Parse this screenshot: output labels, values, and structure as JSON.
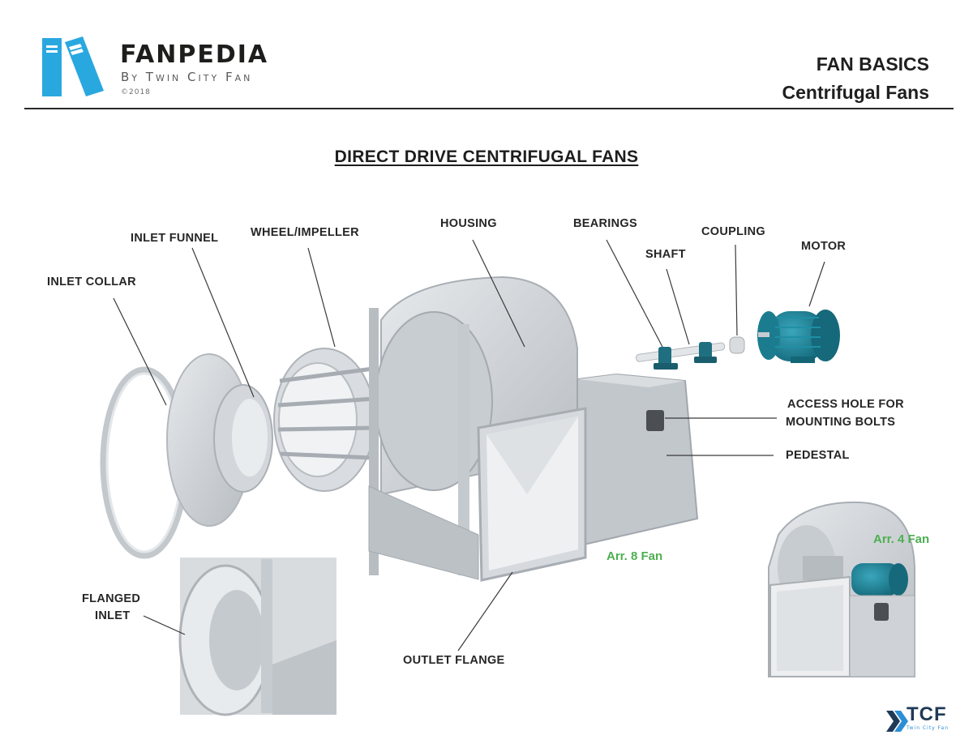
{
  "header": {
    "brand_title": "FANPEDIA",
    "brand_subtitle": "By Twin City Fan",
    "copyright": "©2018",
    "category": "FAN BASICS",
    "topic": "Centrifugal Fans"
  },
  "title": "DIRECT DRIVE CENTRIFUGAL FANS",
  "labels": {
    "inlet_collar": "INLET COLLAR",
    "inlet_funnel": "INLET FUNNEL",
    "wheel_impeller": "WHEEL/IMPELLER",
    "housing": "HOUSING",
    "bearings": "BEARINGS",
    "shaft": "SHAFT",
    "coupling": "COUPLING",
    "motor": "MOTOR",
    "access_hole_line1": "ACCESS HOLE FOR",
    "access_hole_line2": "MOUNTING BOLTS",
    "pedestal": "PEDESTAL",
    "flanged_inlet_line1": "FLANGED",
    "flanged_inlet_line2": "INLET",
    "outlet_flange": "OUTLET FLANGE"
  },
  "arrangements": {
    "arr8": "Arr. 8 Fan",
    "arr4": "Arr. 4 Fan"
  },
  "footer": {
    "logo_text": "TCF",
    "logo_subtitle": "Twin City Fan"
  },
  "colors": {
    "accent_blue": "#29a8e0",
    "arrangement_green": "#4caf50",
    "motor_teal": "#1b7c90",
    "metal_gray": "#c9ced3"
  }
}
